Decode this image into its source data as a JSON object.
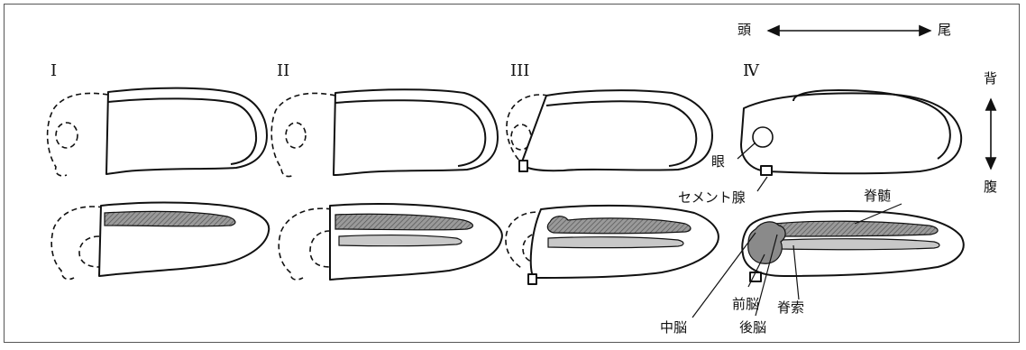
{
  "axes": {
    "head": "頭",
    "tail": "尾",
    "dorsal": "背",
    "ventral": "腹"
  },
  "stages": [
    "I",
    "II",
    "III",
    "Ⅳ"
  ],
  "labels": {
    "eye": "眼",
    "cement_gland": "セメント腺",
    "spinal_cord": "脊髄",
    "notochord": "脊索",
    "forebrain": "前脳",
    "midbrain": "中脳",
    "hindbrain": "後脳"
  },
  "colors": {
    "spinal_cord_fill": "#7a7a7a",
    "notochord_fill": "#c8c8c8",
    "brain_fill": "#8a8a8a"
  }
}
